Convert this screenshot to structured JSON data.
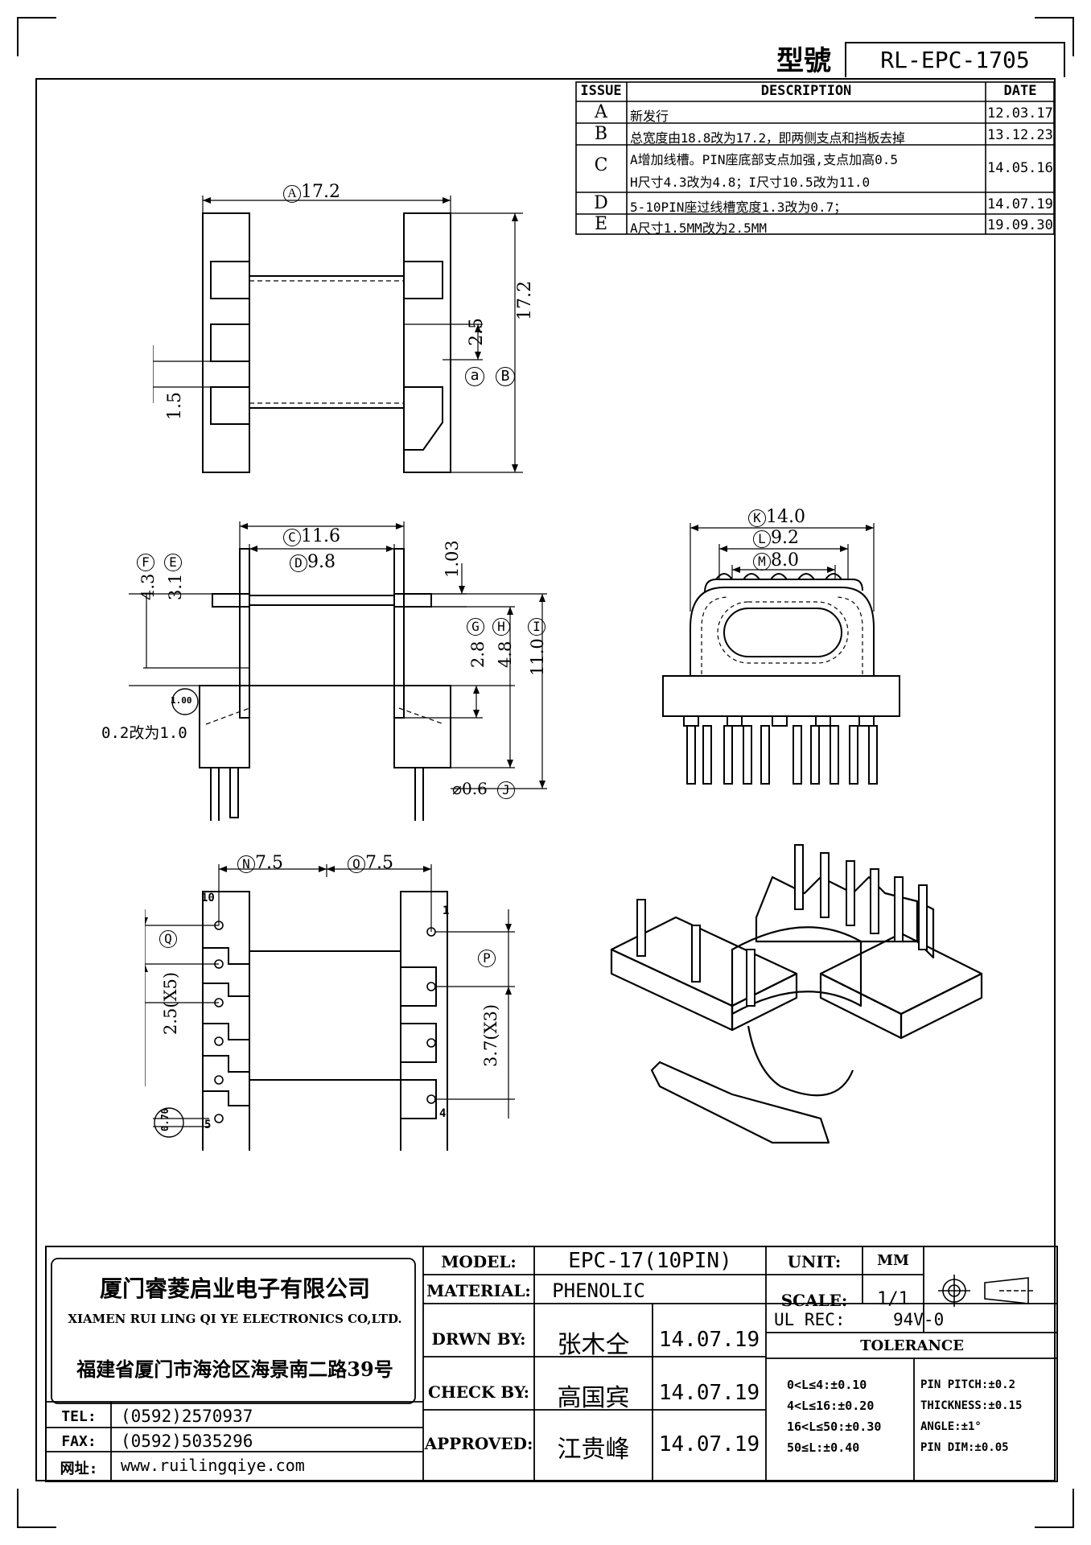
{
  "header": {
    "model_label": "型號",
    "model_value": "RL-EPC-1705"
  },
  "revisions": {
    "headers": [
      "ISSUE",
      "DESCRIPTION",
      "DATE"
    ],
    "rows": [
      {
        "issue": "A",
        "desc": [
          "新发行"
        ],
        "date": "12.03.17"
      },
      {
        "issue": "B",
        "desc": [
          "总宽度由18.8改为17.2，即两侧支点和挡板去掉"
        ],
        "date": "13.12.23"
      },
      {
        "issue": "C",
        "desc": [
          "A增加线槽。PIN座底部支点加强,支点加高0.5",
          "H尺寸4.3改为4.8；I尺寸10.5改为11.0"
        ],
        "date": "14.05.16"
      },
      {
        "issue": "D",
        "desc": [
          "5-10PIN座过线槽宽度1.3改为0.7；"
        ],
        "date": "14.07.19"
      },
      {
        "issue": "E",
        "desc": [
          "A尺寸1.5MM改为2.5MM"
        ],
        "date": "19.09.30"
      }
    ]
  },
  "dims": {
    "a_tag": "A",
    "a_val": "17.2",
    "b_tag": "B",
    "b_val": "17.2",
    "c_tag": "C",
    "c_val": "11.6",
    "d_tag": "D",
    "d_val": "9.8",
    "e_tag": "E",
    "e_val": "3.1",
    "f_tag": "F",
    "f_val": "4.3",
    "g_tag": "G",
    "g_val": "2.8",
    "h_tag": "H",
    "h_val": "4.8",
    "i_tag": "I",
    "i_val": "11.0",
    "j_tag": "J",
    "j_val": "⌀0.6",
    "k_tag": "K",
    "k_val": "14.0",
    "l_tag": "L",
    "l_val": "9.2",
    "m_tag": "M",
    "m_val": "8.0",
    "n_tag": "N",
    "n_val": "7.5",
    "o_tag": "O",
    "o_val": "7.5",
    "p_tag": "P",
    "p_val": "3.7(X3)",
    "q_tag": "Q",
    "q_val": "2.5(X5)",
    "small_a_tag": "a",
    "slot_val": "2.5",
    "gap_val": "1.5",
    "t103": "1.03",
    "circle_100": "1.00",
    "note_02": "0.2改为1.0",
    "circle_070": "0.70",
    "pin1": "1",
    "pin4": "4",
    "pin5": "5",
    "pin10": "10"
  },
  "title_block": {
    "company_cn": "厦门睿菱启业电子有限公司",
    "company_en": "XIAMEN RUI LING QI YE ELECTRONICS CO,LTD.",
    "address": "福建省厦门市海沧区海景南二路39号",
    "tel_label": "TEL:",
    "tel": "(0592)2570937",
    "fax_label": "FAX:",
    "fax": "(0592)5035296",
    "web_label": "网址:",
    "web": "www.ruilingqiye.com",
    "model_label": "MODEL:",
    "model": "EPC-17(10PIN)",
    "material_label": "MATERIAL:",
    "material": "PHENOLIC",
    "drawn_label": "DRWN BY:",
    "drawn_by": "张木仝",
    "drawn_date": "14.07.19",
    "check_label": "CHECK BY:",
    "check_by": "高国宾",
    "check_date": "14.07.19",
    "approved_label": "APPROVED:",
    "approved_by": "江贵峰",
    "approved_date": "14.07.19",
    "unit_label": "UNIT:",
    "unit": "MM",
    "scale_label": "SCALE:",
    "scale": "1/1",
    "ul_label": "UL REC:",
    "ul": "94V-0",
    "tolerance_label": "TOLERANCE",
    "tol_left": [
      "0<L≤4:±0.10",
      "4<L≤16:±0.20",
      "16<L≤50:±0.30",
      "50≤L:±0.40"
    ],
    "tol_right": [
      "PIN PITCH:±0.2",
      "THICKNESS:±0.15",
      "ANGLE:±1°",
      "PIN DIM:±0.05"
    ]
  }
}
